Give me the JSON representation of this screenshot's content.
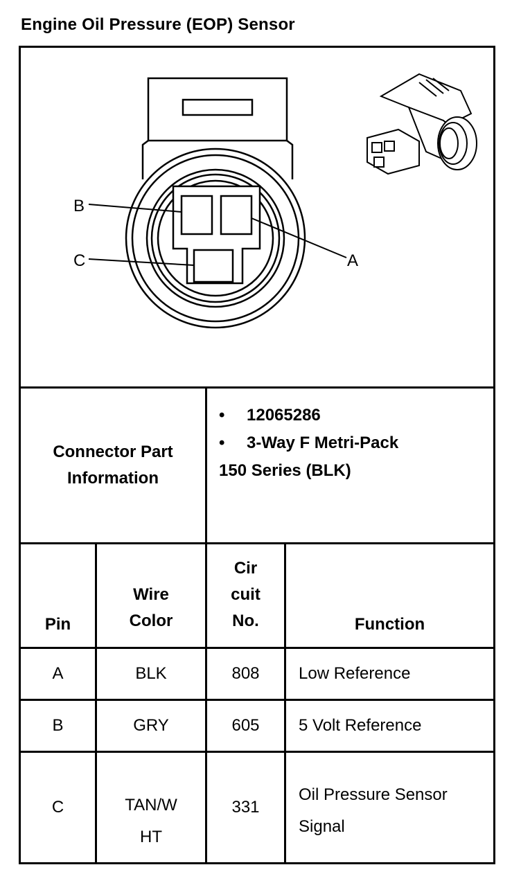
{
  "title": "Engine Oil Pressure (EOP) Sensor",
  "diagram": {
    "pin_labels": [
      "A",
      "B",
      "C"
    ]
  },
  "connector_info": {
    "label_line1": "Connector Part",
    "label_line2": "Information",
    "bullets": [
      "12065286",
      "3-Way F Metri-Pack"
    ],
    "continuation": "150 Series (BLK)",
    "bullet_symbol": "•"
  },
  "table": {
    "headers": {
      "pin": "Pin",
      "wire_color_line1": "Wire",
      "wire_color_line2": "Color",
      "circuit_line1": "Cir",
      "circuit_line2": "cuit",
      "circuit_line3": "No.",
      "function": "Function"
    },
    "rows": [
      {
        "pin": "A",
        "wire_color_line1": "BLK",
        "wire_color_line2": "",
        "circuit": "808",
        "function_line1": "Low Reference",
        "function_line2": ""
      },
      {
        "pin": "B",
        "wire_color_line1": "GRY",
        "wire_color_line2": "",
        "circuit": "605",
        "function_line1": "5 Volt Reference",
        "function_line2": ""
      },
      {
        "pin": "C",
        "wire_color_line1": "TAN/W",
        "wire_color_line2": "HT",
        "circuit": "331",
        "function_line1": "Oil Pressure Sensor",
        "function_line2": "Signal"
      }
    ]
  }
}
